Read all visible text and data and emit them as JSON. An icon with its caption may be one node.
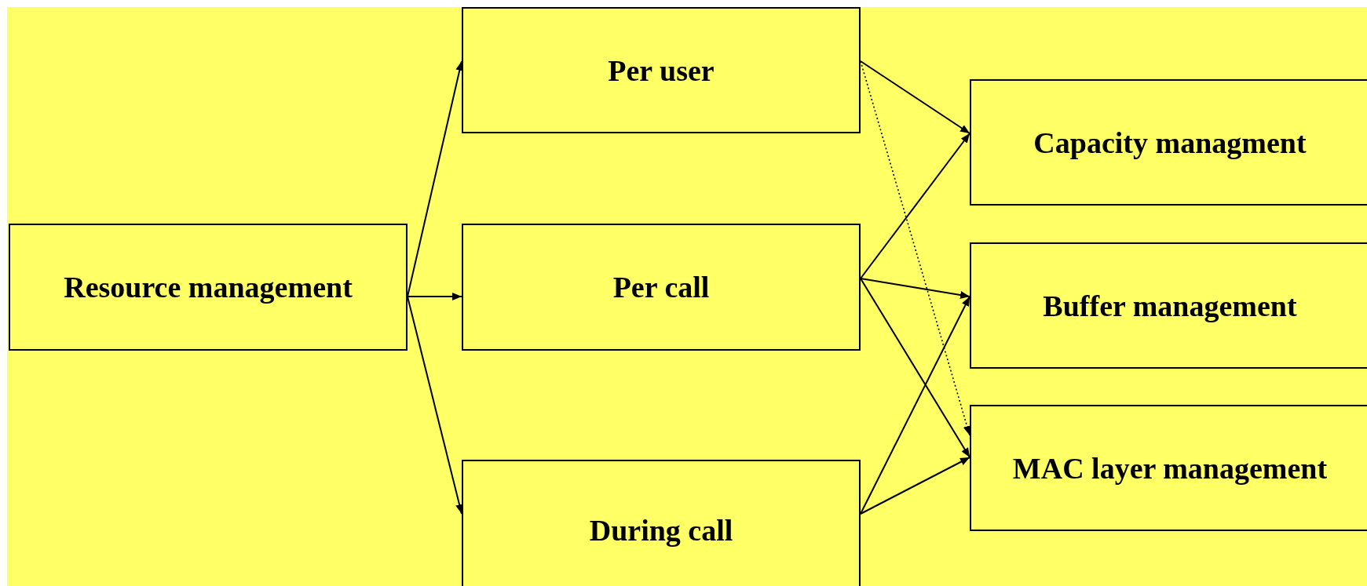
{
  "diagram": {
    "nodes": [
      {
        "text": [
          "Resource management"
        ]
      },
      {
        "text": [
          "Per user"
        ]
      },
      {
        "text": [
          "Per call"
        ]
      },
      {
        "text": [
          "During call"
        ]
      },
      {
        "text": [
          "Capacity managment"
        ]
      },
      {
        "text": [
          "Buffer management"
        ]
      },
      {
        "text": [
          "MAC layer management"
        ]
      }
    ],
    "edges": [
      {
        "from": 0,
        "to": 1,
        "arrow": "to"
      },
      {
        "from": 0,
        "to": 2,
        "arrow": "to"
      },
      {
        "from": 0,
        "to": 3,
        "arrow": "to"
      },
      {
        "from": 1,
        "to": 4,
        "arrow": "to"
      },
      {
        "from": 1,
        "to": 6,
        "arrow": "to",
        "style": "dashed"
      },
      {
        "from": 2,
        "to": 4,
        "arrow": "to"
      },
      {
        "from": 2,
        "to": 5,
        "arrow": "to"
      },
      {
        "from": 2,
        "to": 6,
        "arrow": "to"
      },
      {
        "from": 3,
        "to": 5,
        "arrow": "to"
      },
      {
        "from": 3,
        "to": 6,
        "arrow": "to"
      }
    ]
  }
}
